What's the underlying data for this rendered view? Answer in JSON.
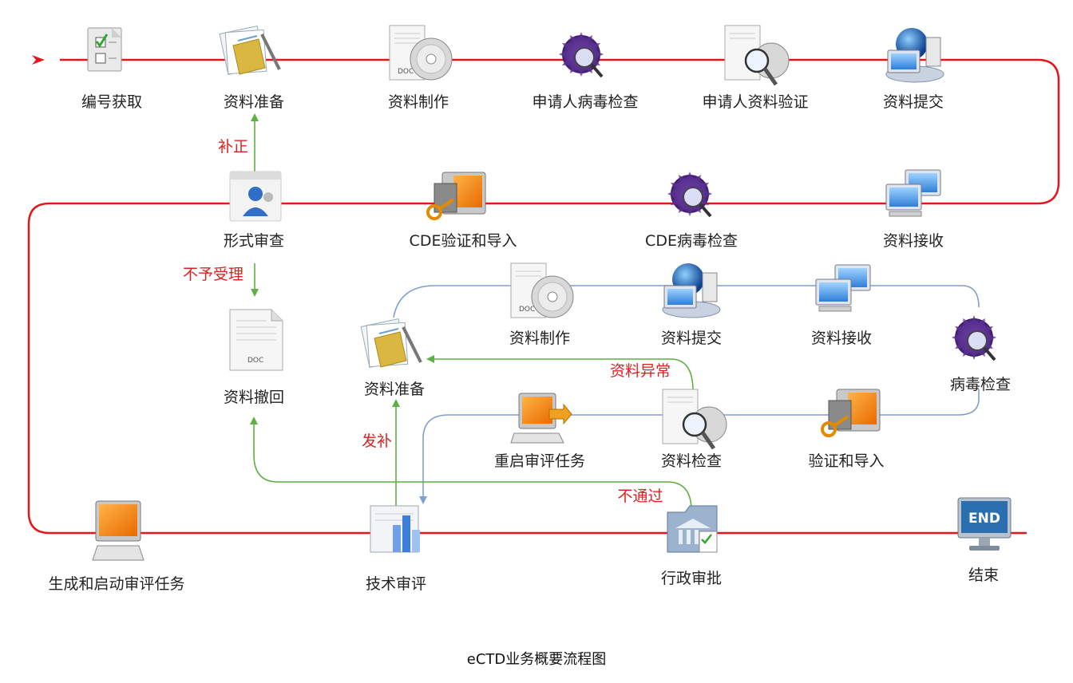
{
  "caption": "eCTD业务概要流程图",
  "colors": {
    "main_flow": "#e8141b",
    "internal_flow": "#7f9fcf",
    "feedback_flow": "#5fb043",
    "annotation": "#e02020"
  },
  "nodes": {
    "number_get": {
      "label": "编号获取",
      "icon": "checklist-icon"
    },
    "prep_top": {
      "label": "资料准备",
      "icon": "documents-pen-icon"
    },
    "make_top": {
      "label": "资料制作",
      "icon": "doc-disc-icon"
    },
    "virus_applicant": {
      "label": "申请人病毒检查",
      "icon": "virus-magnifier-icon"
    },
    "verify_applicant": {
      "label": "申请人资料验证",
      "icon": "doc-magnifier-icon"
    },
    "submit_top": {
      "label": "资料提交",
      "icon": "globe-computer-icon"
    },
    "formal_review": {
      "label": "形式审查",
      "icon": "user-card-icon"
    },
    "cde_verify": {
      "label": "CDE验证和导入",
      "icon": "key-monitor-icon"
    },
    "cde_virus": {
      "label": "CDE病毒检查",
      "icon": "virus-magnifier-icon"
    },
    "receive_top": {
      "label": "资料接收",
      "icon": "networked-computers-icon"
    },
    "withdraw": {
      "label": "资料撤回",
      "icon": "doc-icon"
    },
    "make_mid": {
      "label": "资料制作",
      "icon": "doc-disc-icon"
    },
    "submit_mid": {
      "label": "资料提交",
      "icon": "globe-computer-icon"
    },
    "receive_mid": {
      "label": "资料接收",
      "icon": "networked-computers-icon"
    },
    "virus_mid": {
      "label": "病毒检查",
      "icon": "virus-magnifier-icon"
    },
    "prep_mid": {
      "label": "资料准备",
      "icon": "documents-pen-icon"
    },
    "restart_task": {
      "label": "重启审评任务",
      "icon": "computer-arrow-icon"
    },
    "check_mid": {
      "label": "资料检查",
      "icon": "doc-magnifier-icon"
    },
    "verify_import": {
      "label": "验证和导入",
      "icon": "key-monitor-icon"
    },
    "gen_task": {
      "label": "生成和启动审评任务",
      "icon": "computer-icon"
    },
    "tech_review": {
      "label": "技术审评",
      "icon": "bar-chart-icon"
    },
    "admin_approve": {
      "label": "行政审批",
      "icon": "bank-folder-icon"
    },
    "end": {
      "label": "结束",
      "icon": "end-monitor-icon",
      "screen_text": "END"
    }
  },
  "annotations": {
    "supplement": "补正",
    "reject": "不予受理",
    "data_abnormal": "资料异常",
    "resupplement": "发补",
    "not_pass": "不通过"
  }
}
